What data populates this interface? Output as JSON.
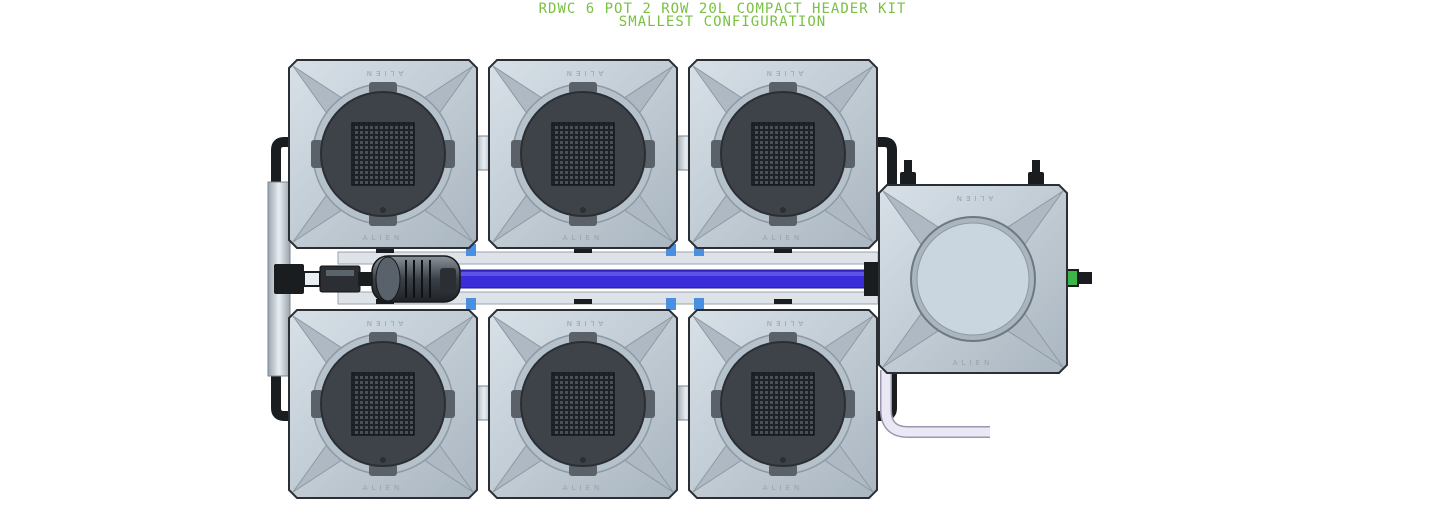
{
  "title": {
    "line1": "RDWC 6 POT 2 ROW 20L COMPACT HEADER KIT",
    "line2": "SMALLEST CONFIGURATION",
    "color": "#7ac143"
  },
  "pot_logo": "ALIEN",
  "colors": {
    "pot_body": "#c3ced7",
    "pot_outline": "#2b2f33",
    "lid": "#3d4349",
    "net": "#1e2226",
    "pipe_blue": "#3a2cd8",
    "fitting_blue": "#4a8fe0",
    "pvc": "#dde3e9",
    "hose": "#e8e4f2",
    "connector_green": "#3cb54a"
  }
}
